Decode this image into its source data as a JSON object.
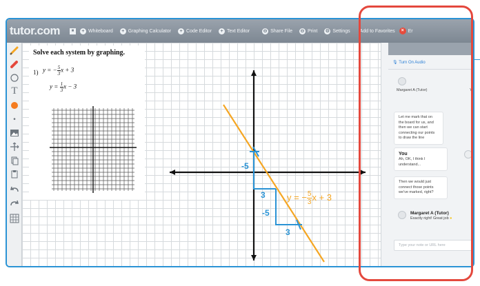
{
  "app": {
    "logo": "tutor.com"
  },
  "topbar": {
    "items": [
      {
        "icon": "+",
        "label": "Whiteboard"
      },
      {
        "icon": "+",
        "label": "Graphing Calculator"
      },
      {
        "icon": "+",
        "label": "Code Editor"
      },
      {
        "icon": "+",
        "label": "Text Editor"
      },
      {
        "icon": "⊖",
        "label": "Share File"
      },
      {
        "icon": "⊖",
        "label": "Print"
      },
      {
        "icon": "⚙",
        "label": "Settings"
      }
    ],
    "fav_label": "Add to Favorites",
    "end_label": "Er"
  },
  "worksheet": {
    "title": "Solve each system by graphing.",
    "problem_number": "1)",
    "eq1_left": "y = −",
    "eq1_num": "5",
    "eq1_den": "3",
    "eq1_right": "x + 3",
    "eq2_left": "y =",
    "eq2_num": "1",
    "eq2_den": "3",
    "eq2_right": "x − 3"
  },
  "annotations": {
    "rise1": "-5",
    "run1": "3",
    "rise2": "-5",
    "run2": "3",
    "equation": "y = −",
    "equation_num": "5",
    "equation_den": "3",
    "equation_tail": "x + 3"
  },
  "chat": {
    "audio": "Turn On Audio",
    "tutor_name": "Margaret A (Tutor)",
    "tutor_name_cut": "Yo",
    "msg1": "Let me mark that on the board for us, and then we can start connecting our points to draw the line",
    "you_label": "You",
    "msg2": "Ah, OK, I think I understand...",
    "msg3": "Then we would just connect those points we've marked, right?",
    "tutor_label": "Margaret A (Tutor)",
    "msg4": "Exactly right! Great job",
    "input_placeholder": "Type your note or URL here"
  },
  "colors": {
    "accent": "#2a93d5",
    "highlight": "#e4483d",
    "line": "#f5a623",
    "annotation": "#2a93d5"
  }
}
